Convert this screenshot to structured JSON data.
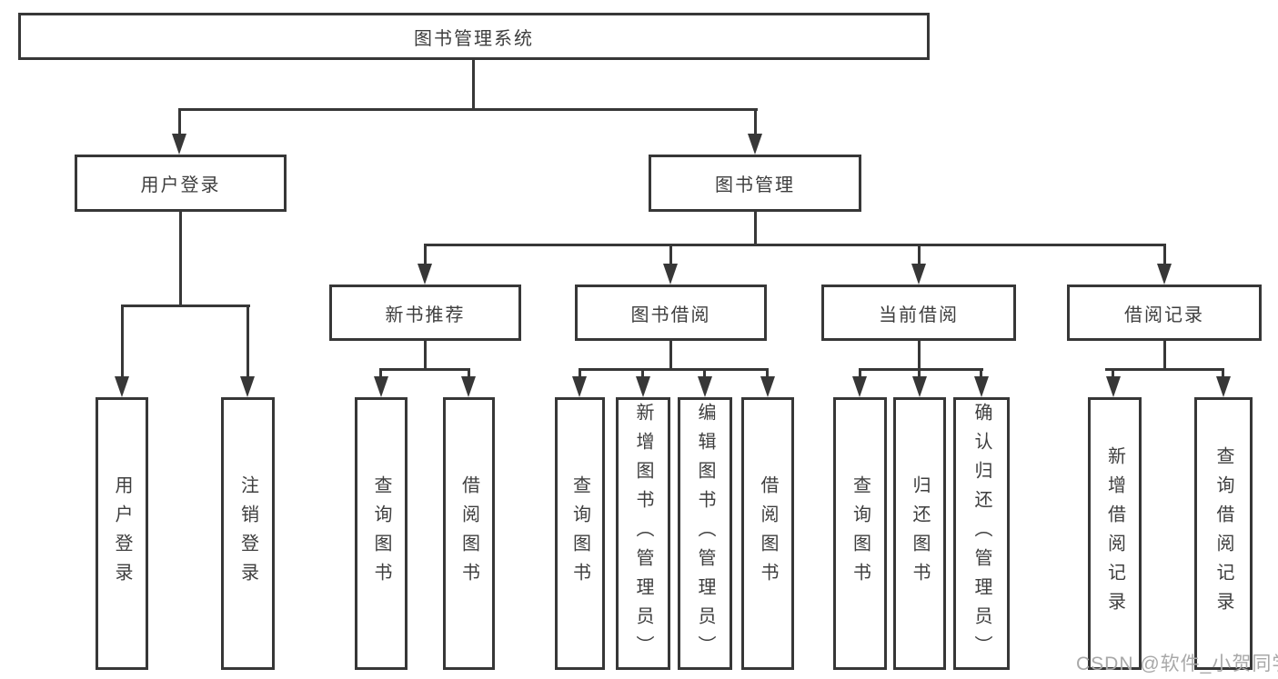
{
  "diagram": {
    "type": "hierarchy-tree",
    "root": {
      "label": "图书管理系统"
    },
    "level2": [
      {
        "label": "用户登录",
        "children": [
          {
            "label": "用户登录"
          },
          {
            "label": "注销登录"
          }
        ]
      },
      {
        "label": "图书管理",
        "children": [
          {
            "label": "新书推荐",
            "children": [
              {
                "label": "查询图书"
              },
              {
                "label": "借阅图书"
              }
            ]
          },
          {
            "label": "图书借阅",
            "children": [
              {
                "label": "查询图书"
              },
              {
                "label": "新增图书（管理员）"
              },
              {
                "label": "编辑图书（管理员）"
              },
              {
                "label": "借阅图书"
              }
            ]
          },
          {
            "label": "当前借阅",
            "children": [
              {
                "label": "查询图书"
              },
              {
                "label": "归还图书"
              },
              {
                "label": "确认归还（管理员）"
              }
            ]
          },
          {
            "label": "借阅记录",
            "children": [
              {
                "label": "新增借阅记录"
              },
              {
                "label": "查询借阅记录"
              }
            ]
          }
        ]
      }
    ]
  },
  "watermark": {
    "text": "CSDN @软件_小贺同学"
  },
  "colors": {
    "line": "#373737",
    "text": "#3e3e3e",
    "watermark": "#a8a8a8",
    "background": "#ffffff"
  }
}
